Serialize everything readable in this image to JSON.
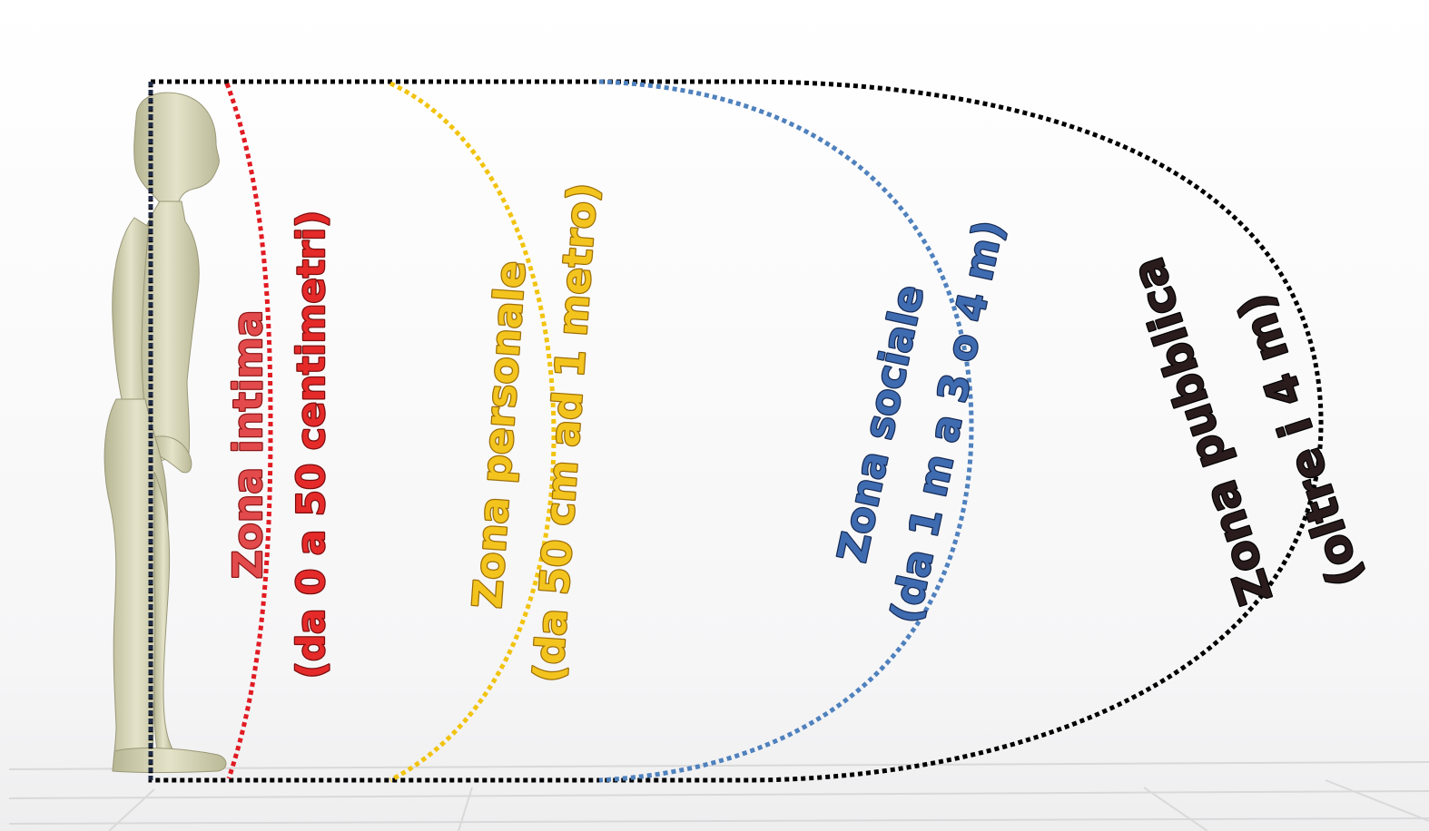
{
  "zones": [
    {
      "id": "intima",
      "name": "Zona intima",
      "range": "(da 0 a 50 centimetri)",
      "color": "#e11b22"
    },
    {
      "id": "personale",
      "name": "Zona personale",
      "range": "(da 50 cm ad 1 metro)",
      "color": "#f2c30f"
    },
    {
      "id": "sociale",
      "name": "Zona sociale",
      "range": "(da 1 m a 3 o 4 m)",
      "color": "#4f81bd"
    },
    {
      "id": "pubblica",
      "name": "Zona pubblica",
      "range": "(oltre i 4 m)",
      "color": "#000000"
    }
  ],
  "colors": {
    "figure_skin": "#d9d8b8",
    "floor_grid": "#d8d8d8"
  }
}
